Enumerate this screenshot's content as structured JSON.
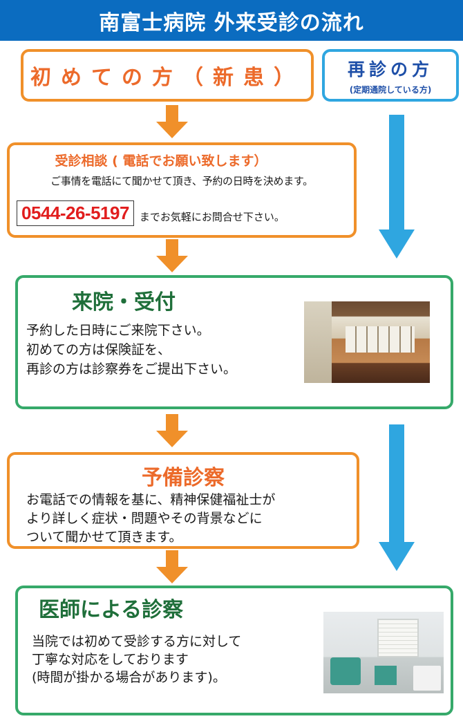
{
  "header": {
    "title": "南富士病院 外来受診の流れ"
  },
  "first_visit": {
    "label": "初めての方（新患）"
  },
  "revisit": {
    "label": "再診の方",
    "sub": "(定期通院している方)"
  },
  "consult": {
    "title": "受診相談 ( 電話でお願い致します）",
    "line1": "ご事情を電話にて聞かせて頂き、予約の日時を決めます。",
    "phone": "0544-26-5197",
    "phone_note": "までお気軽にお問合せ下さい。"
  },
  "reception": {
    "title": "来院・受付",
    "lines": [
      "予約した日時にご来院下さい。",
      "初めての方は保険証を、",
      "再診の方は診察券をご提出下さい。"
    ]
  },
  "preexam": {
    "title": "予備診察",
    "lines": [
      "お電話での情報を基に、精神保健福祉士が",
      "より詳しく症状・問題やその背景などに",
      "ついて聞かせて頂きます。"
    ]
  },
  "doctor": {
    "title": "医師による診察",
    "lines": [
      "当院では初めて受診する方に対して",
      "丁寧な対応をしております",
      "(時間が掛かる場合があります)。"
    ]
  },
  "colors": {
    "header": "#0b6cc0",
    "orange": "#f0902a",
    "green": "#36a96a",
    "blue_arrow": "#2fa6e0",
    "phone_red": "#e11d1d"
  }
}
